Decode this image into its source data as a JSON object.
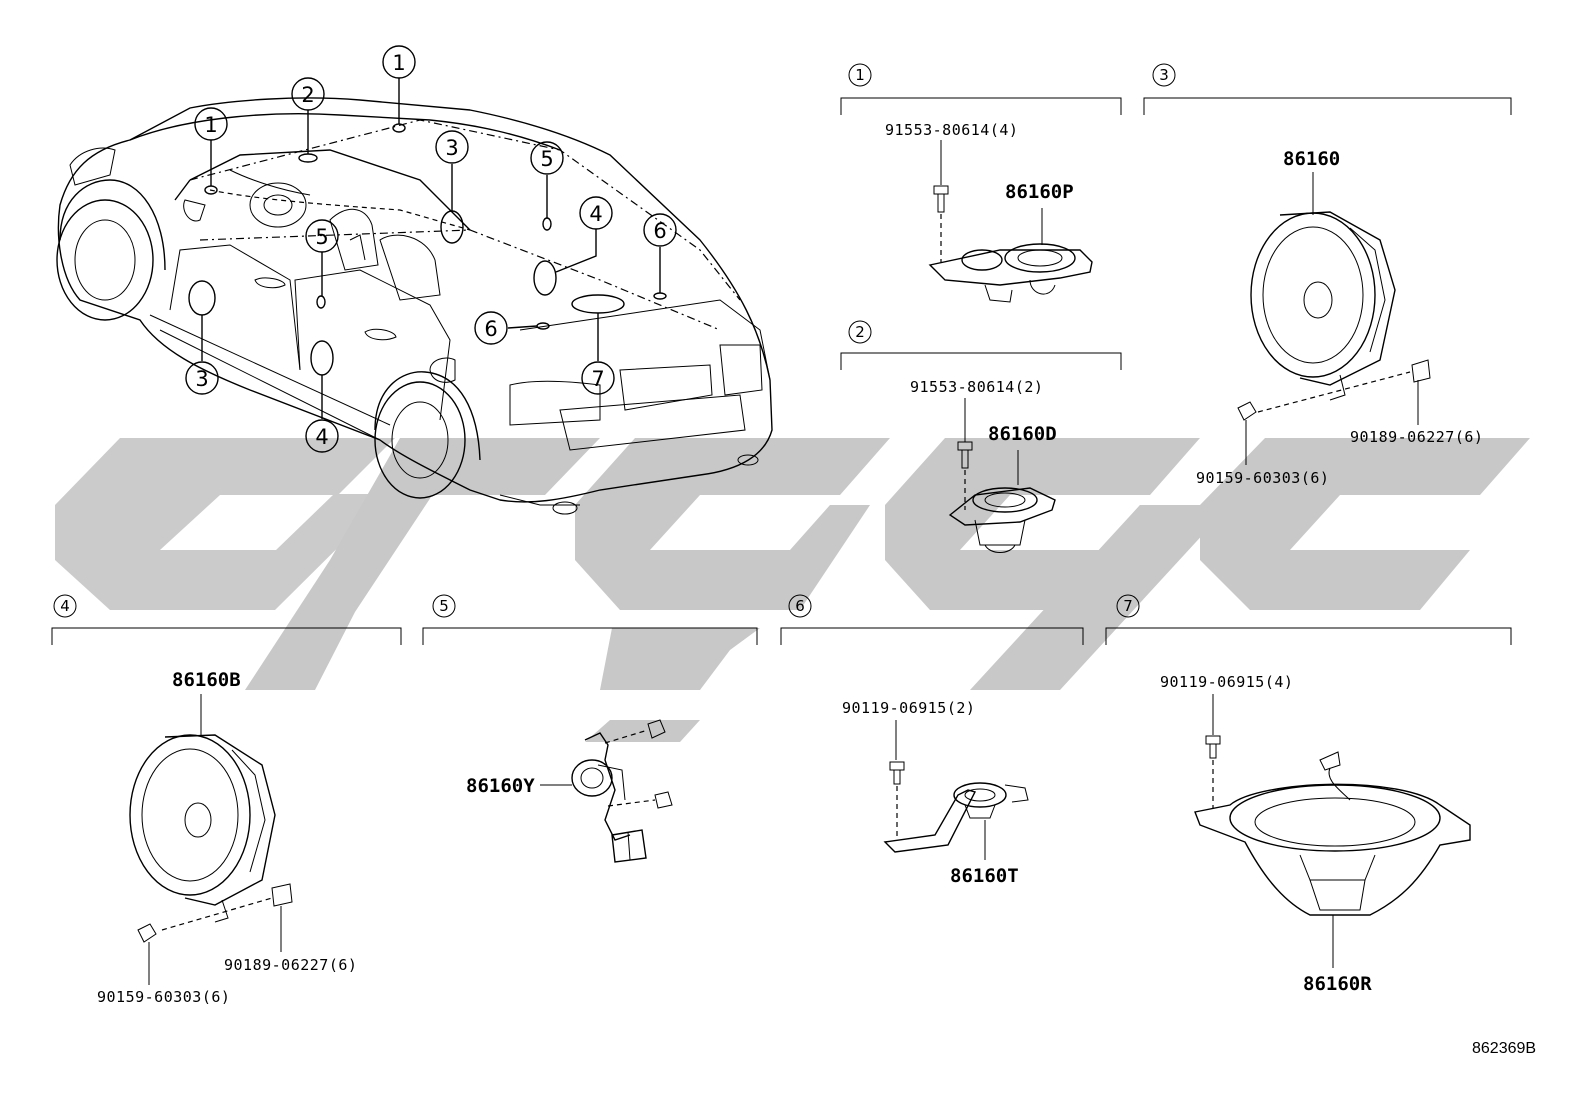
{
  "diagram_ref": "862369B",
  "callouts": [
    "1",
    "2",
    "3",
    "4",
    "5",
    "6",
    "7"
  ],
  "sections": [
    {
      "num": "1",
      "parts": [
        "91553-80614(4)",
        "86160P"
      ]
    },
    {
      "num": "2",
      "parts": [
        "91553-80614(2)",
        "86160D"
      ]
    },
    {
      "num": "3",
      "parts": [
        "86160",
        "90189-06227(6)",
        "90159-60303(6)"
      ]
    },
    {
      "num": "4",
      "parts": [
        "86160B",
        "90189-06227(6)",
        "90159-60303(6)"
      ]
    },
    {
      "num": "5",
      "parts": [
        "86160Y"
      ]
    },
    {
      "num": "6",
      "parts": [
        "90119-06915(2)",
        "86160T"
      ]
    },
    {
      "num": "7",
      "parts": [
        "90119-06915(4)",
        "86160R"
      ]
    }
  ]
}
